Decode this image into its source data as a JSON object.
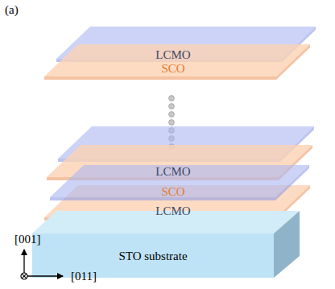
{
  "diagram": {
    "nodes": [
      {
        "text": [
          "LCMO"
        ]
      },
      {
        "text": [
          "SCO"
        ]
      },
      {
        "text": [
          "LCMO"
        ]
      },
      {
        "text": [
          "SCO"
        ]
      },
      {
        "text": [
          "LCMO"
        ]
      },
      {
        "text": [
          "STO substrate"
        ]
      }
    ],
    "labels": [
      "(a)",
      "[001]",
      "[011]"
    ]
  }
}
